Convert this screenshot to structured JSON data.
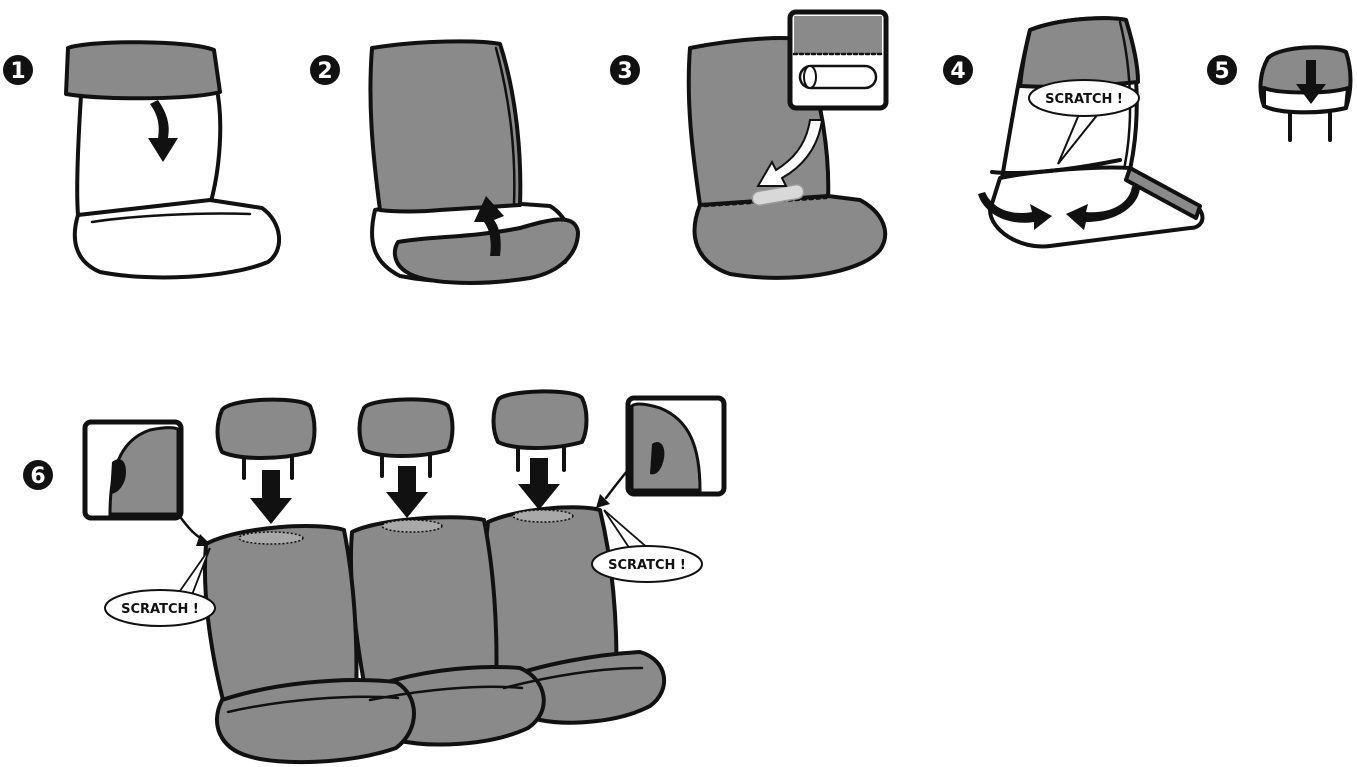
{
  "steps": [
    {
      "number": "1"
    },
    {
      "number": "2"
    },
    {
      "number": "3"
    },
    {
      "number": "4"
    },
    {
      "number": "5"
    },
    {
      "number": "6"
    }
  ],
  "callouts": {
    "step4": "SCRATCH !",
    "step6_left": "SCRATCH !",
    "step6_right": "SCRATCH !"
  },
  "colors": {
    "cover_gray": "#8a8a8a",
    "outline": "#111111",
    "background": "#ffffff"
  }
}
